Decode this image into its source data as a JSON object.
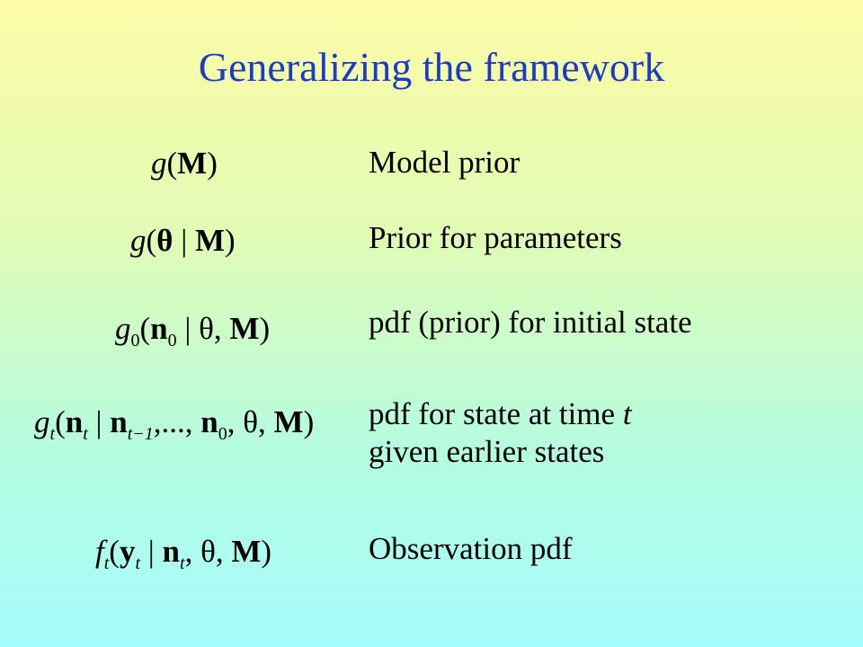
{
  "title": "Generalizing the framework",
  "rows": [
    {
      "formula": "g(M)",
      "description": "Model prior"
    },
    {
      "formula": "g(θ | M)",
      "description": "Prior for parameters"
    },
    {
      "formula": "g0(n0 | θ, M)",
      "description": "pdf (prior) for initial state"
    },
    {
      "formula": "gt(nt | nt−1,..., n0, θ, M)",
      "description_line1": "pdf for state at time ",
      "description_line1_var": "t",
      "description_line2": "given earlier states"
    },
    {
      "formula": "ft(yt | nt, θ, M)",
      "description": "Observation pdf"
    }
  ]
}
